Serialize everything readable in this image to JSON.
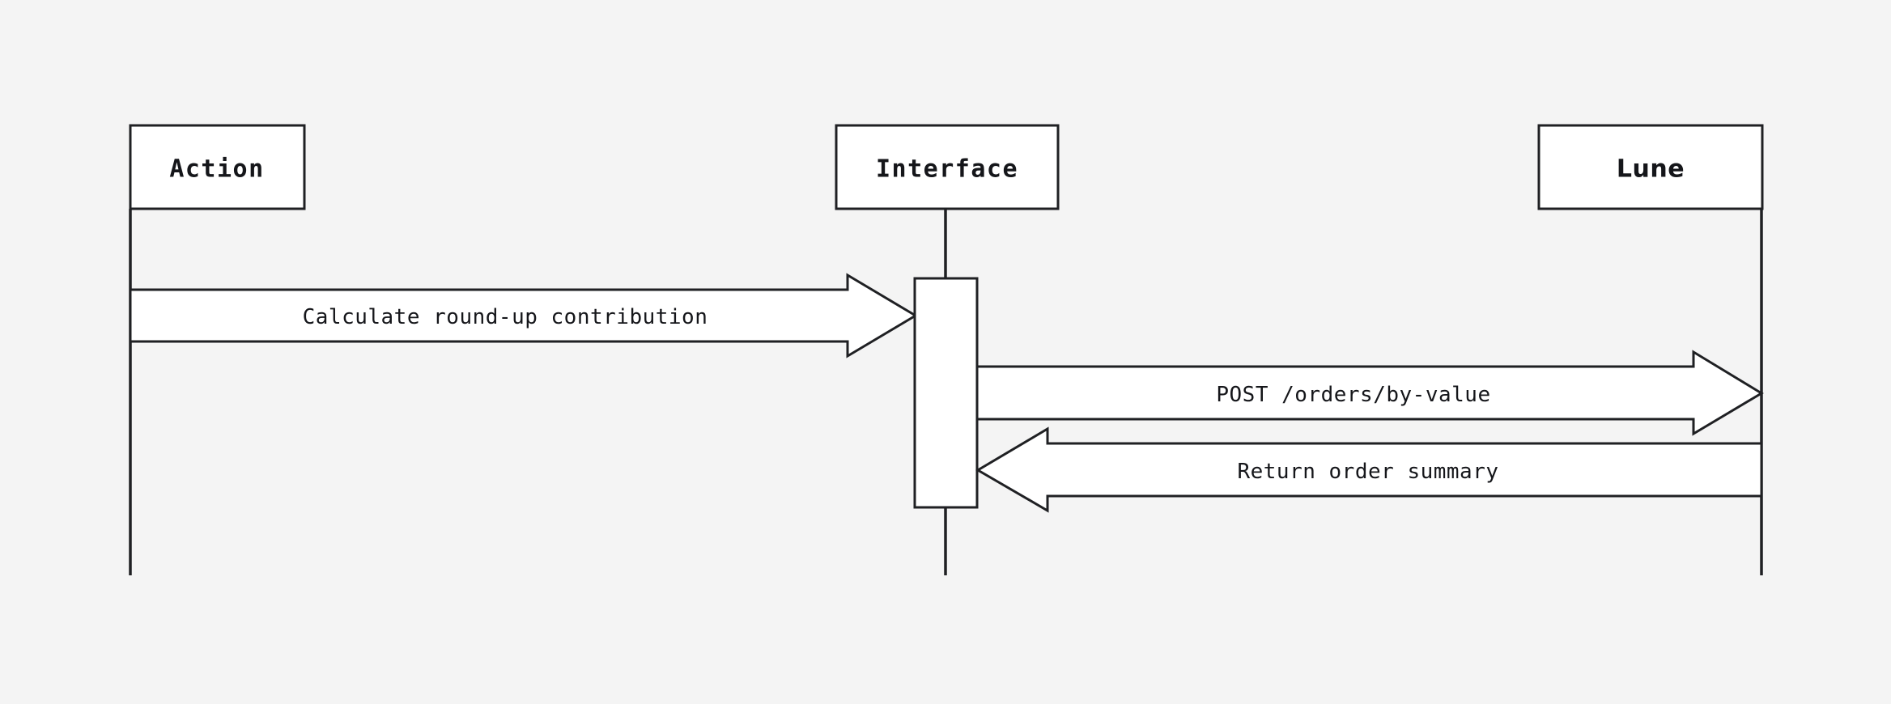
{
  "diagram": {
    "type": "sequence-diagram",
    "background_color": "#f4f4f4",
    "stroke_color": "#1f2023",
    "fill_color": "#ffffff",
    "participants": [
      {
        "id": "action",
        "label": "Action",
        "font": "mono"
      },
      {
        "id": "interface",
        "label": "Interface",
        "font": "mono"
      },
      {
        "id": "lune",
        "label": "Lune",
        "font": "sans"
      }
    ],
    "messages": [
      {
        "id": "msg-1",
        "label": "Calculate round-up contribution",
        "from": "action",
        "to": "interface",
        "direction": "right"
      },
      {
        "id": "msg-2",
        "label": "POST /orders/by-value",
        "from": "interface",
        "to": "lune",
        "direction": "right"
      },
      {
        "id": "msg-3",
        "label": "Return order summary",
        "from": "lune",
        "to": "interface",
        "direction": "left"
      }
    ]
  }
}
